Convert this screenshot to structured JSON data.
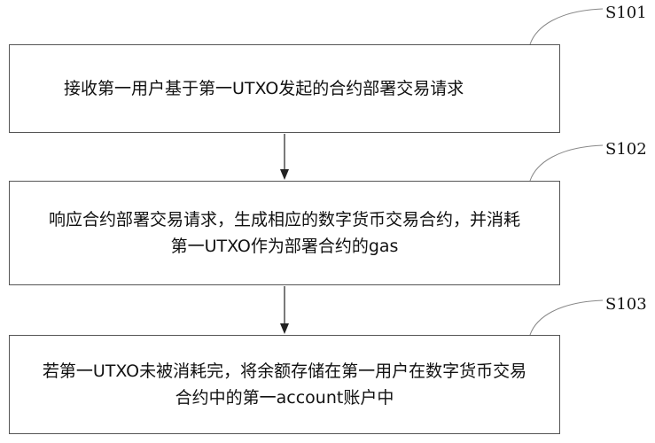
{
  "steps": [
    {
      "id": "S101",
      "text_lines": [
        "接收第一用户基于第一UTXO发起的合约部署交易请求"
      ]
    },
    {
      "id": "S102",
      "text_lines": [
        "响应合约部署交易请求，生成相应的数字货币交易合约，并消耗",
        "第一UTXO作为部署合约的gas"
      ]
    },
    {
      "id": "S103",
      "text_lines": [
        "若第一UTXO未被消耗完，将余额存储在第一用户在数字货币交易",
        "合约中的第一account账户中"
      ]
    }
  ],
  "colors": {
    "border": "#555555",
    "arrow": "#222222"
  }
}
